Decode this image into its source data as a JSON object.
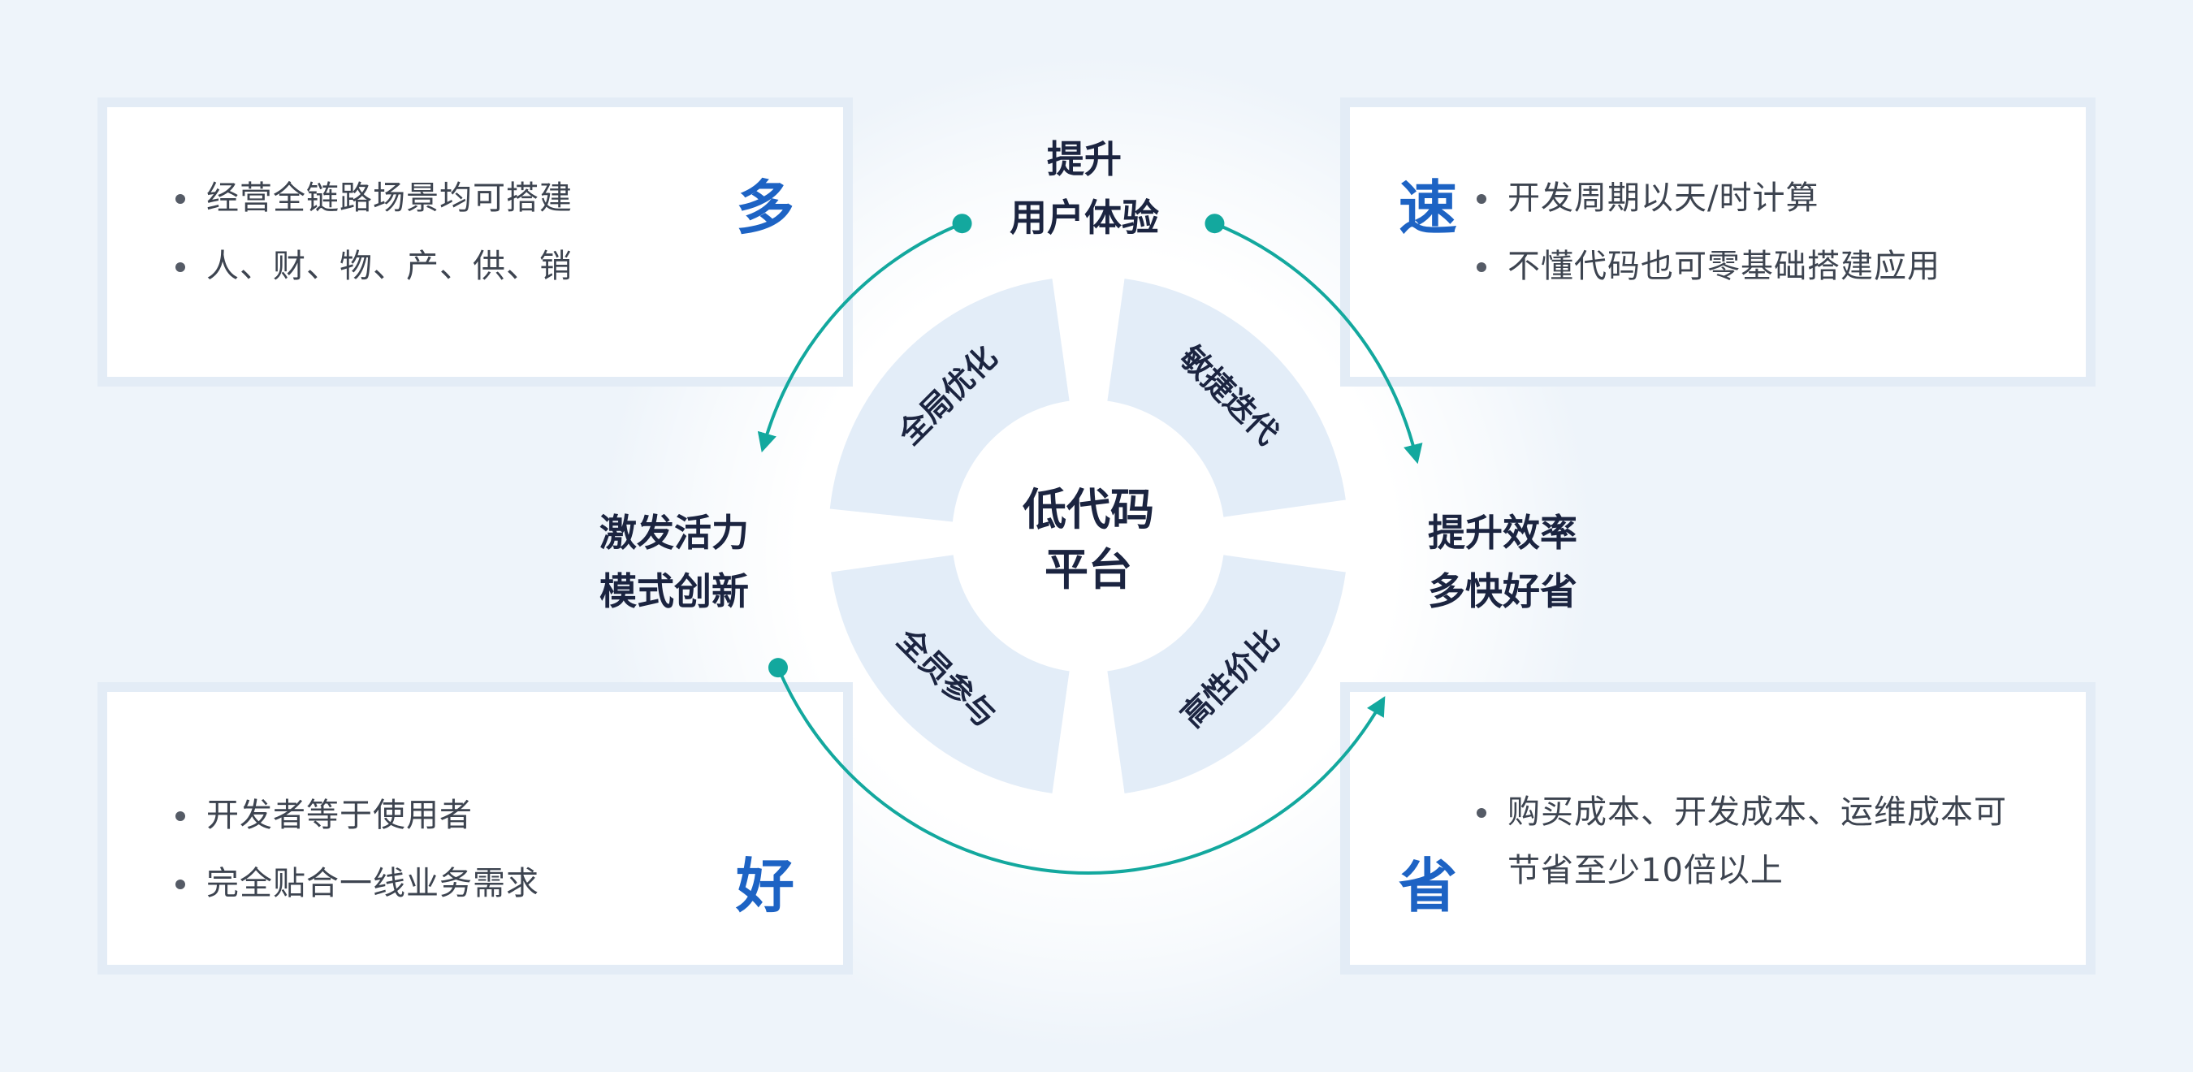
{
  "center": {
    "line1": "低代码",
    "line2": "平台"
  },
  "segments": [
    "全局优化",
    "敏捷迭代",
    "高性价比",
    "全员参与"
  ],
  "outer_labels": {
    "top": {
      "line1": "提升",
      "line2": "用户体验"
    },
    "left": {
      "line1": "激发活力",
      "line2": "模式创新"
    },
    "right": {
      "line1": "提升效率",
      "line2": "多快好省"
    }
  },
  "cards": {
    "top_left": {
      "badge": "多",
      "bullets": [
        "经营全链路场景均可搭建",
        "人、财、物、产、供、销"
      ]
    },
    "top_right": {
      "badge": "速",
      "bullets": [
        "开发周期以天/时计算",
        "不懂代码也可零基础搭建应用"
      ]
    },
    "bottom_left": {
      "badge": "好",
      "bullets": [
        "开发者等于使用者",
        "完全贴合一线业务需求"
      ]
    },
    "bottom_right": {
      "badge": "省",
      "bullets": [
        "购买成本、开发成本、运维成本可节省至少10倍以上"
      ]
    }
  },
  "colors": {
    "accent_blue": "#1d63c4",
    "teal_arrow": "#13a89e",
    "ring_fill": "#e3edf8",
    "title_text": "#1b2440"
  }
}
